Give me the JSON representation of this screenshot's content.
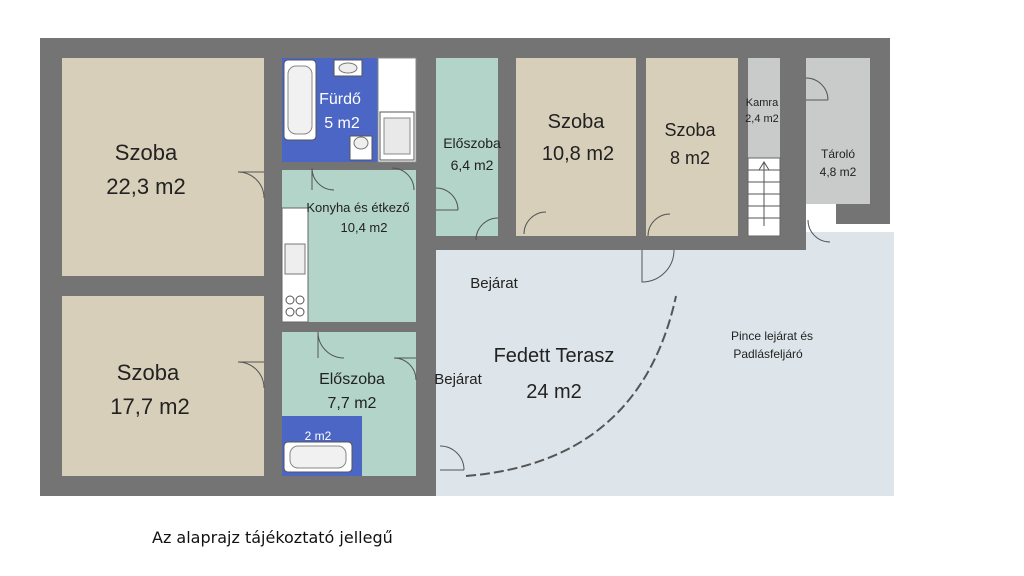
{
  "rooms": {
    "szoba_large": {
      "name": "Szoba",
      "area": "22,3 m2"
    },
    "szoba_lower": {
      "name": "Szoba",
      "area": "17,7 m2"
    },
    "furdo": {
      "name": "Fürdő",
      "area": "5 m2"
    },
    "konyha": {
      "name": "Konyha és étkező",
      "area": "10,4 m2"
    },
    "eloszoba_top": {
      "name": "Előszoba",
      "area": "6,4 m2"
    },
    "szoba_mid": {
      "name": "Szoba",
      "area": "10,8 m2"
    },
    "szoba_small": {
      "name": "Szoba",
      "area": "8 m2"
    },
    "kamra": {
      "name": "Kamra",
      "area": "2,4 m2"
    },
    "tarolo": {
      "name": "Tároló",
      "area": "4,8 m2"
    },
    "eloszoba_lower": {
      "name": "Előszoba",
      "area": "7,7 m2"
    },
    "wc": {
      "area": "2 m2"
    },
    "terasz": {
      "name": "Fedett Terasz",
      "area": "24 m2"
    }
  },
  "labels": {
    "bejarat_1": "Bejárat",
    "bejarat_2": "Bejárat",
    "pince_line1": "Pince lejárat és",
    "pince_line2": "Padlásfeljáró"
  },
  "caption": "Az alaprajz tájékoztató jellegű",
  "colors": {
    "room_tan": "#d7cfba",
    "bath_blue": "#4b66c4",
    "kitchen_green": "#b3d4c9",
    "storage_grey": "#c9cbcb",
    "terrace_blue": "#dde5ea",
    "wall": "#747474"
  }
}
